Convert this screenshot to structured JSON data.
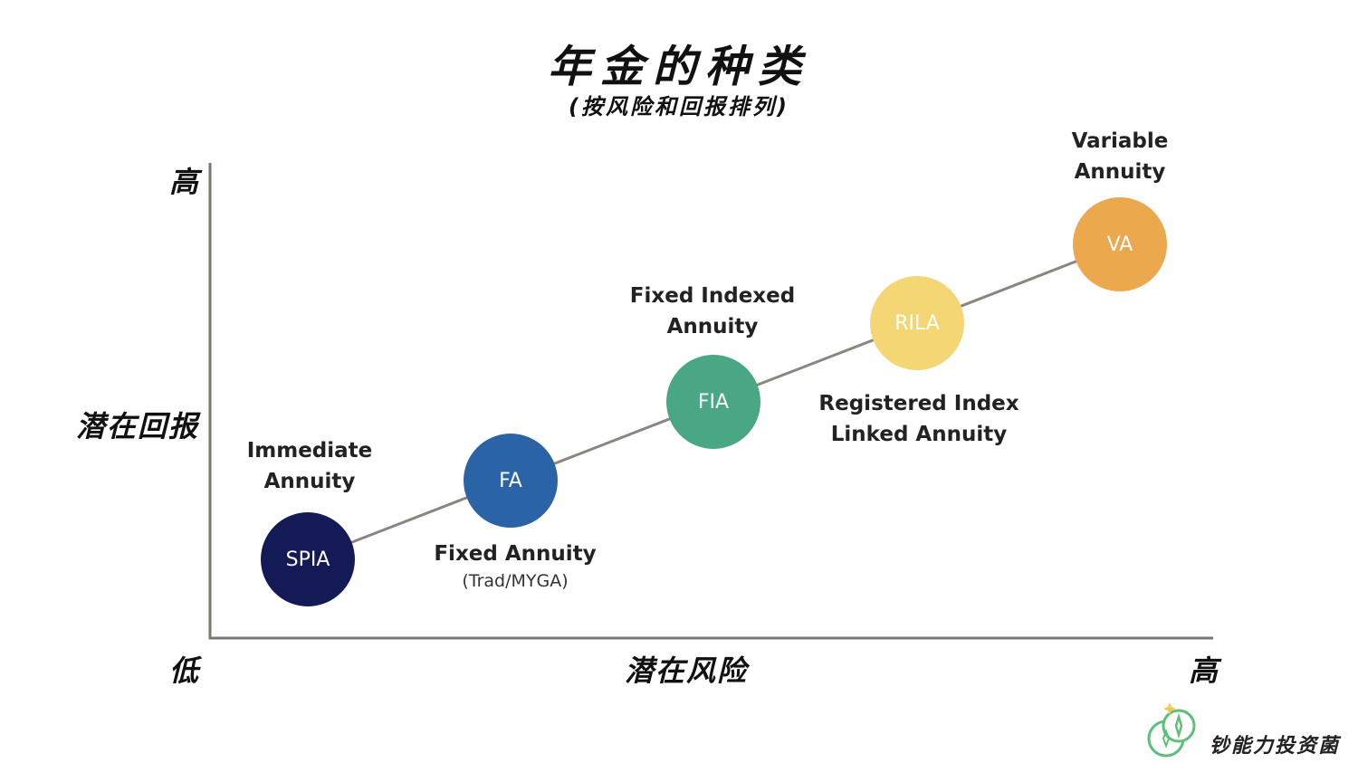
{
  "title": "年金的种类",
  "subtitle": "(按风险和回报排列)",
  "axes": {
    "y_label": "潜在回报",
    "y_high": "高",
    "origin_low": "低",
    "x_label": "潜在风险",
    "x_high": "高"
  },
  "products": [
    {
      "abbr": "SPIA",
      "name_line1": "Immediate",
      "name_line2": "Annuity",
      "note": "",
      "color": "#141a55"
    },
    {
      "abbr": "FA",
      "name_line1": "Fixed Annuity",
      "name_line2": "",
      "note": "(Trad/MYGA)",
      "color": "#2b64a6"
    },
    {
      "abbr": "FIA",
      "name_line1": "Fixed Indexed",
      "name_line2": "Annuity",
      "note": "",
      "color": "#4aa784"
    },
    {
      "abbr": "RILA",
      "name_line1": "Registered Index",
      "name_line2": "Linked Annuity",
      "note": "",
      "color": "#f4d774"
    },
    {
      "abbr": "VA",
      "name_line1": "Variable",
      "name_line2": "Annuity",
      "note": "",
      "color": "#eba84c"
    }
  ],
  "colors": {
    "axis": "#7a7670",
    "connector": "#8a857e",
    "brand_green": "#5fbf7a"
  },
  "icons": {
    "brand_logo": "two-coins-with-sparkle"
  },
  "brand": {
    "name": "钞能力投资菌"
  }
}
